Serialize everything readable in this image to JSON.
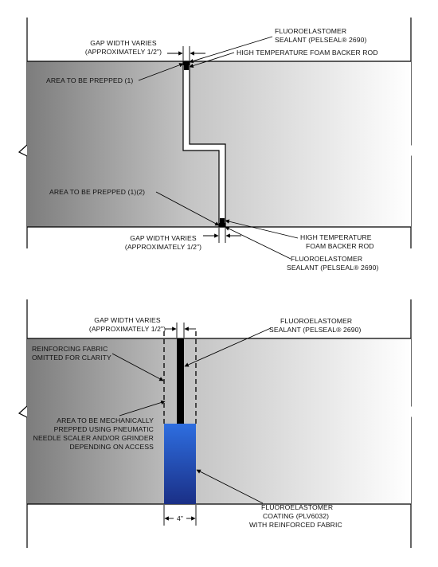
{
  "top_detail": {
    "gap_width": {
      "line1": "GAP WIDTH VARIES",
      "line2": "(APPROXIMATELY 1/2\")"
    },
    "sealant": {
      "line1": "FLUOROELASTOMER",
      "line2": "SEALANT (PELSEAL® 2690)"
    },
    "backer_rod": {
      "line1": "HIGH TEMPERATURE FOAM BACKER ROD"
    },
    "area_prepped_top": "AREA TO BE PREPPED (1)",
    "area_prepped_bottom": "AREA TO BE PREPPED (1)(2)",
    "gap_width_bottom": {
      "line1": "GAP WIDTH VARIES",
      "line2": "(APPROXIMATELY 1/2\")"
    },
    "backer_rod_bottom": {
      "line1": "HIGH TEMPERATURE",
      "line2": "FOAM BACKER ROD"
    },
    "sealant_bottom": {
      "line1": "FLUOROELASTOMER",
      "line2": "SEALANT (PELSEAL® 2690)"
    }
  },
  "bottom_detail": {
    "gap_width": {
      "line1": "GAP WIDTH VARIES",
      "line2": "(APPROXIMATELY 1/2\")"
    },
    "sealant": {
      "line1": "FLUOROELASTOMER",
      "line2": "SEALANT (PELSEAL® 2690)"
    },
    "reinforcing_fabric": {
      "line1": "REINFORCING FABRIC",
      "line2": "OMITTED FOR CLARITY"
    },
    "mechanically_prepped": {
      "line1": "AREA TO BE MECHANICALLY",
      "line2": "PREPPED USING PNEUMATIC",
      "line3": "NEEDLE SCALER AND/OR GRINDER",
      "line4": "DEPENDING ON ACCESS"
    },
    "coating": {
      "line1": "FLUOROELASTOMER",
      "line2": "COATING (PLV6032)",
      "line3": "WITH REINFORCED FABRIC"
    },
    "width_dim": "4\""
  },
  "colors": {
    "concrete_dark": "#7d7d7d",
    "concrete_light": "#ffffff",
    "coating_top": "#2e6ee0",
    "coating_bottom": "#1a2f86"
  }
}
